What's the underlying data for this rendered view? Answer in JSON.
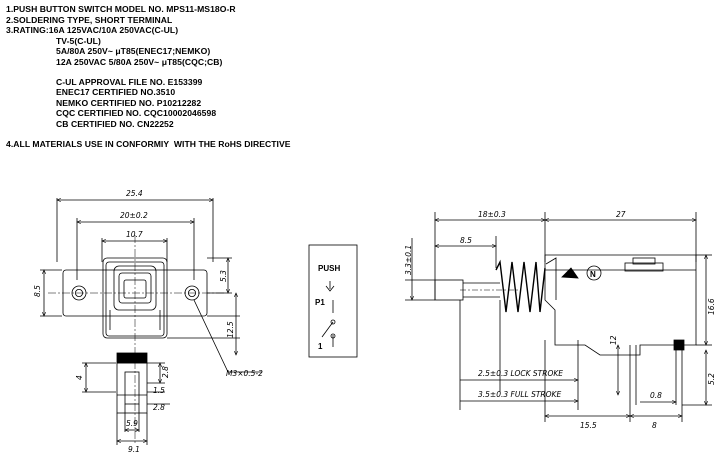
{
  "notes": {
    "line1": "1.PUSH BUTTON SWITCH MODEL NO. MPS11-MS18O-R",
    "line2": "2.SOLDERING TYPE, SHORT TERMINAL",
    "line3": "3.RATING:16A 125VAC/10A 250VAC(C-UL)",
    "rating_lines": [
      "TV-5(C-UL)",
      "5A/80A 250V~ μT85(ENEC17;NEMKO)",
      "12A 250VAC 5/80A 250V~ μT85(CQC;CB)"
    ],
    "cert_lines": [
      "C-UL APPROVAL FILE NO. E153399",
      "ENEC17 CERTIFIED NO.3510",
      "NEMKO CERTIFIED NO. P10212282",
      "CQC CERTIFIED NO. CQC10002046598",
      "CB CERTIFIED NO. CN22252"
    ],
    "line4": "4.ALL MATERIALS USE IN CONFORMIY  WITH THE RoHS DIRECTIVE"
  },
  "front_view": {
    "dim_width_total": "25.4",
    "dim_mount_pitch": "20±0.2",
    "dim_button": "10.7",
    "dim_height_left": "8.5",
    "dim_height_right": "5.3",
    "dim_body_depth": "12.5",
    "dim_screw": "M3×0.5-2",
    "dim_pin_4": "4",
    "dim_pin_28": "2.8",
    "dim_pin_15": "1.5",
    "dim_pin_28b": "2.8",
    "dim_59": "5.9",
    "dim_91": "9.1"
  },
  "symbol": {
    "title": "PUSH",
    "p1": "P1",
    "one": "1"
  },
  "side_view": {
    "dim_18": "18±0.3",
    "dim_27": "27",
    "dim_85": "8.5",
    "dim_33": "3.3±0.1",
    "dim_166": "16.6",
    "dim_12": "12",
    "dim_52": "5.2",
    "dim_lock": "2.5±0.3 LOCK STROKE",
    "dim_full": "3.5±0.3 FULL STROKE",
    "dim_08": "0.8",
    "dim_155": "15.5",
    "dim_8": "8",
    "mark_n": "N"
  }
}
